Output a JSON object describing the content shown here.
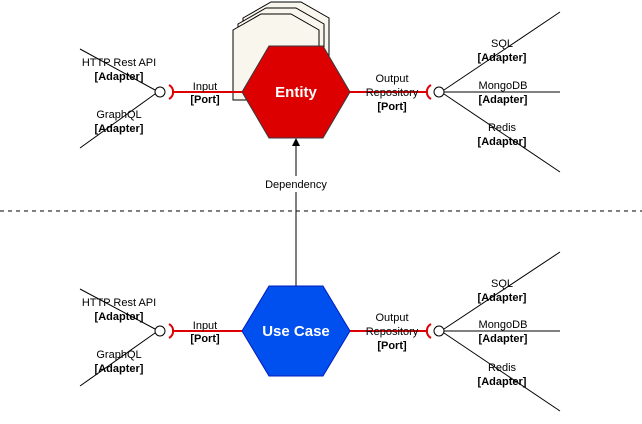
{
  "colors": {
    "entity_fill": "#dd0000",
    "usecase_fill": "#0050ef",
    "stack_fill": "#f9f7ed",
    "connector": "#dd0000",
    "line": "#000000"
  },
  "top": {
    "core_label": "Entity",
    "input_label": "Input",
    "input_port": "[Port]",
    "output_label_1": "Output",
    "output_label_2": "Repository",
    "output_port": "[Port]",
    "left_adapters": [
      {
        "name": "HTTP Rest API",
        "tag": "[Adapter]"
      },
      {
        "name": "GraphQL",
        "tag": "[Adapter]"
      }
    ],
    "right_adapters": [
      {
        "name": "SQL",
        "tag": "[Adapter]"
      },
      {
        "name": "MongoDB",
        "tag": "[Adapter]"
      },
      {
        "name": "Redis",
        "tag": "[Adapter]"
      }
    ]
  },
  "bottom": {
    "core_label": "Use Case",
    "input_label": "Input",
    "input_port": "[Port]",
    "output_label_1": "Output",
    "output_label_2": "Repository",
    "output_port": "[Port]",
    "left_adapters": [
      {
        "name": "HTTP Rest API",
        "tag": "[Adapter]"
      },
      {
        "name": "GraphQL",
        "tag": "[Adapter]"
      }
    ],
    "right_adapters": [
      {
        "name": "SQL",
        "tag": "[Adapter]"
      },
      {
        "name": "MongoDB",
        "tag": "[Adapter]"
      },
      {
        "name": "Redis",
        "tag": "[Adapter]"
      }
    ]
  },
  "dependency_label": "Dependency"
}
